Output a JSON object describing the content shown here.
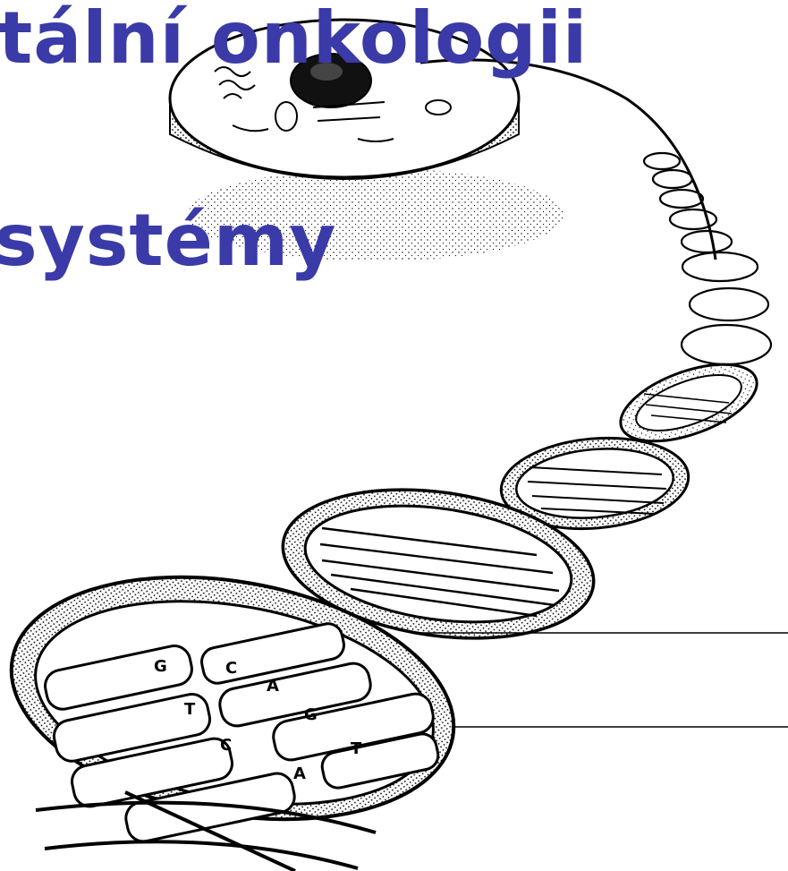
{
  "title": {
    "line1": "tální onkologii",
    "line2": "systémy"
  },
  "diagram": {
    "base_labels": [
      "G",
      "C",
      "A",
      "T",
      "G",
      "C",
      "A",
      "T"
    ],
    "colors": {
      "title": "#3a3aa8",
      "ink": "#000000",
      "background": "#ffffff"
    }
  }
}
